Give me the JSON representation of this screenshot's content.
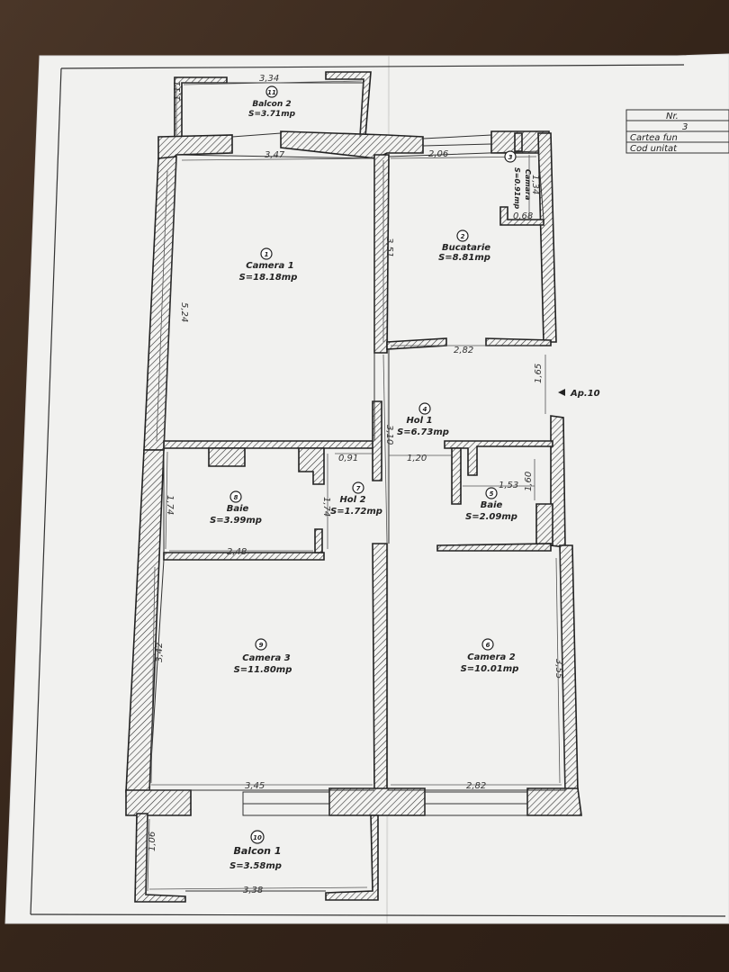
{
  "rooms": [
    {
      "num": "1",
      "name": "Camera 1",
      "area": "S=18.18mp"
    },
    {
      "num": "2",
      "name": "Bucatarie",
      "area": "S=8.81mp"
    },
    {
      "num": "3",
      "name": "Camara",
      "area": "S=0.91mp"
    },
    {
      "num": "4",
      "name": "Hol 1",
      "area": "S=6.73mp"
    },
    {
      "num": "5",
      "name": "Baie",
      "area": "S=2.09mp"
    },
    {
      "num": "6",
      "name": "Camera 2",
      "area": "S=10.01mp"
    },
    {
      "num": "7",
      "name": "Hol 2",
      "area": "S=1.72mp"
    },
    {
      "num": "8",
      "name": "Baie",
      "area": "S=3.99mp"
    },
    {
      "num": "9",
      "name": "Camera 3",
      "area": "S=11.80mp"
    },
    {
      "num": "10",
      "name": "Balcon 1",
      "area": "S=3.58mp"
    },
    {
      "num": "11",
      "name": "Balcon 2",
      "area": "S=3.71mp"
    }
  ],
  "dimensions": {
    "balcon2_width": "3,34",
    "balcon2_depth": "1,11",
    "camera1_width": "3,47",
    "camera1_height": "5,24",
    "bucatarie_width": "2,06",
    "bucatarie_height": "3,51",
    "camara_height": "1,34",
    "camara_width": "0,68",
    "hol1_width": "2,82",
    "hol1_depth": "1,65",
    "hol1_height": "3,10",
    "hol2_width": "0,91",
    "hol2_height": "1,74",
    "hol1_passage": "1,20",
    "baie5_width": "1,53",
    "baie5_height": "1,60",
    "baie8_height": "1,74",
    "baie8_width": "2,48",
    "camera3_height": "3,42",
    "camera3_width": "3,45",
    "camera2_height": "3,55",
    "camera2_width": "2,82",
    "balcon1_depth": "1,06",
    "balcon1_width": "3,38"
  },
  "entrance_label": "Ap.10",
  "title_block": [
    "Nr.",
    "3",
    "Cartea fun",
    "Cod unitat"
  ]
}
